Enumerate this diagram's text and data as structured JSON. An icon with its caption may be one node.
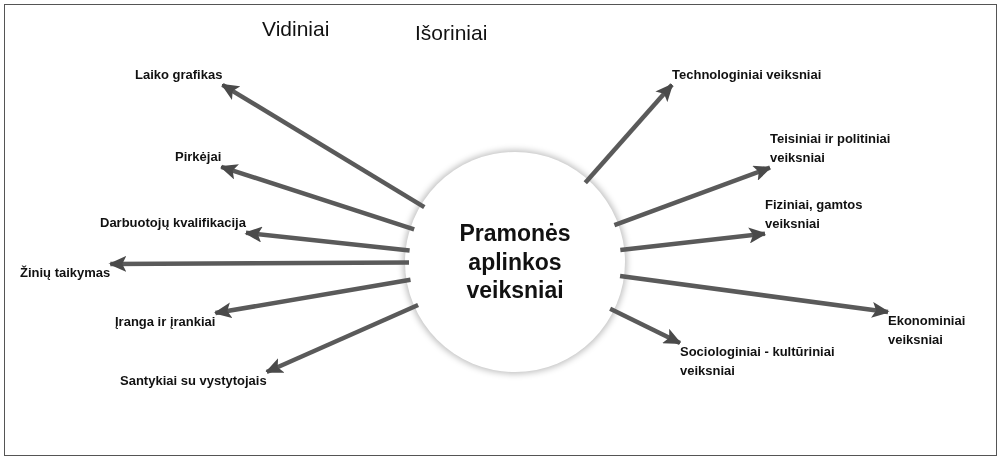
{
  "diagram": {
    "nodes": [
      {
        "text": [
          "Pramonės aplinkos veiksniai"
        ]
      },
      {
        "text": [
          "Laiko grafikas"
        ]
      },
      {
        "text": [
          "Pirkėjai"
        ]
      },
      {
        "text": [
          "Darbuotojų kvalifikacija"
        ]
      },
      {
        "text": [
          "Žinių taikymas"
        ]
      },
      {
        "text": [
          "Įranga ir įrankiai"
        ]
      },
      {
        "text": [
          "Santykiai su vystytojais"
        ]
      },
      {
        "text": [
          "Technologiniai veiksniai"
        ]
      },
      {
        "text": [
          "Teisiniai ir politiniai veiksniai"
        ]
      },
      {
        "text": [
          "Fiziniai, gamtos veiksniai"
        ]
      },
      {
        "text": [
          "Ekonominiai veiksniai"
        ]
      },
      {
        "text": [
          "Sociologiniai - kultūriniai veiksniai"
        ]
      }
    ],
    "edges": [
      {
        "from": 0,
        "to": 1,
        "arrow": "to"
      },
      {
        "from": 0,
        "to": 2,
        "arrow": "to"
      },
      {
        "from": 0,
        "to": 3,
        "arrow": "to"
      },
      {
        "from": 0,
        "to": 4,
        "arrow": "to"
      },
      {
        "from": 0,
        "to": 5,
        "arrow": "to"
      },
      {
        "from": 0,
        "to": 6,
        "arrow": "to"
      },
      {
        "from": 0,
        "to": 7,
        "arrow": "to"
      },
      {
        "from": 0,
        "to": 8,
        "arrow": "to"
      },
      {
        "from": 0,
        "to": 9,
        "arrow": "to"
      },
      {
        "from": 0,
        "to": 10,
        "arrow": "to"
      },
      {
        "from": 0,
        "to": 11,
        "arrow": "to"
      }
    ],
    "labels": [
      "Vidiniai",
      "Išoriniai"
    ]
  }
}
